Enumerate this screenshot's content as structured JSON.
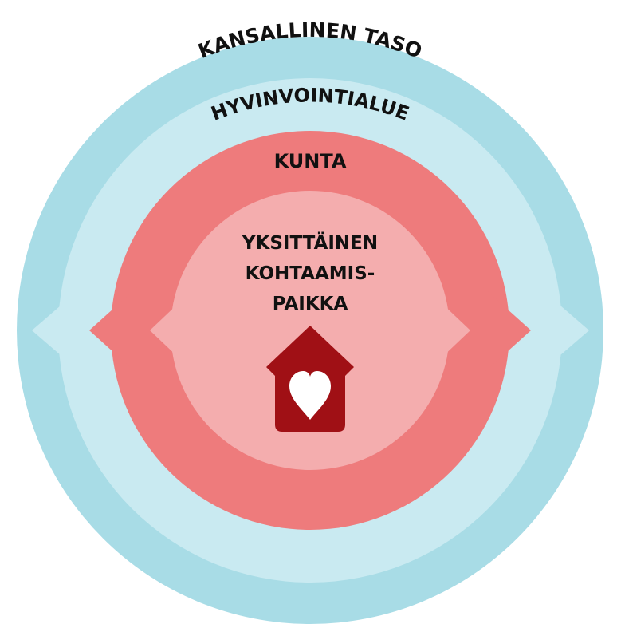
{
  "levels": {
    "national": {
      "label": "KANSALLINEN TASO"
    },
    "wellbeing_region": {
      "label": "HYVINVOINTIALUE"
    },
    "municipality": {
      "label": "KUNTA"
    },
    "meeting_place": {
      "lines": [
        "YKSITTÄINEN",
        "KOHTAAMIS-",
        "PAIKKA"
      ]
    }
  },
  "icons": {
    "center": "house-with-heart-icon"
  },
  "colors": {
    "national": "#a8dce6",
    "wellbeing_region": "#c9eaf1",
    "municipality": "#ee7b7c",
    "meeting_place": "#f4adae",
    "house": "#a01015",
    "heart": "#ffffff"
  }
}
